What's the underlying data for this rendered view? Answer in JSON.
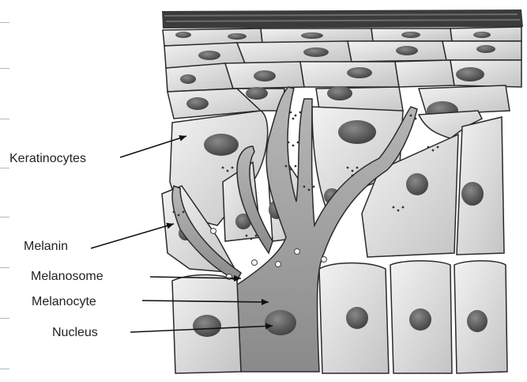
{
  "diagram": {
    "labels": {
      "keratinocytes": "Keratinocytes",
      "melanin": "Melanin",
      "melanosome": "Melanosome",
      "melanocyte": "Melanocyte",
      "nucleus": "Nucleus"
    },
    "colors": {
      "cell_fill": "#dcdcdc",
      "cell_stroke": "#2a2a2a",
      "melanocyte_fill": "#9a9a9a",
      "nucleus_fill": "#555555",
      "stratum_corneum": "#3a3a3a",
      "label_text": "#222222"
    }
  }
}
